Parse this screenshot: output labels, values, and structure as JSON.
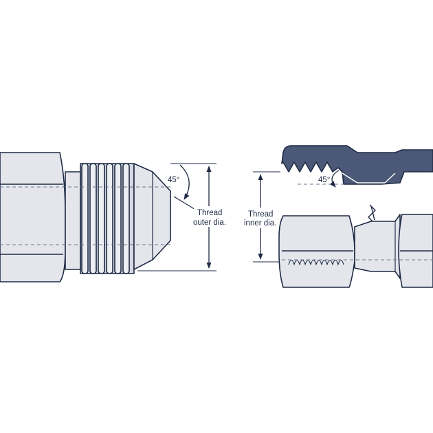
{
  "colors": {
    "outline": "#1f2a44",
    "body_fill": "#e4e6ec",
    "thread_fill": "#d4d7e0",
    "section_fill": "#4c5877",
    "dash": "#6a7590",
    "background": "#ffffff"
  },
  "male_fitting": {
    "angle_label": "45°",
    "thread_label_line1": "Thread",
    "thread_label_line2": "outer dia."
  },
  "female_fitting": {
    "angle_label": "45°",
    "thread_label_line1": "Thread",
    "thread_label_line2": "inner dia."
  }
}
